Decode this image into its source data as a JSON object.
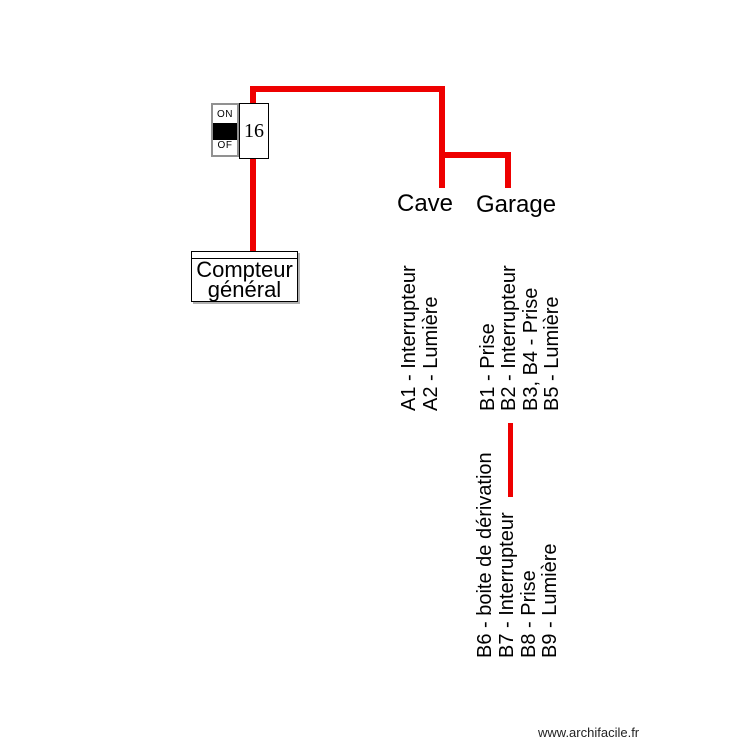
{
  "colors": {
    "wire": "#ee0000"
  },
  "breaker": {
    "on_label": "ON",
    "off_label": "OF",
    "rating": "16"
  },
  "meter": {
    "label": "Compteur général"
  },
  "branches": [
    {
      "label": "Cave",
      "circuits": [
        "A1 - Interrupteur",
        "A2 - Lumière"
      ]
    },
    {
      "label": "Garage",
      "circuits": [
        "B1 - Prise",
        "B2 - Interrupteur",
        "B3, B4 - Prise",
        "B5 - Lumière"
      ]
    }
  ],
  "junction_circuits": [
    "B6 - boite de dérivation",
    "B7 - Interrupteur",
    "B8 - Prise",
    "B9 - Lumière"
  ],
  "watermark": "www.archifacile.fr"
}
